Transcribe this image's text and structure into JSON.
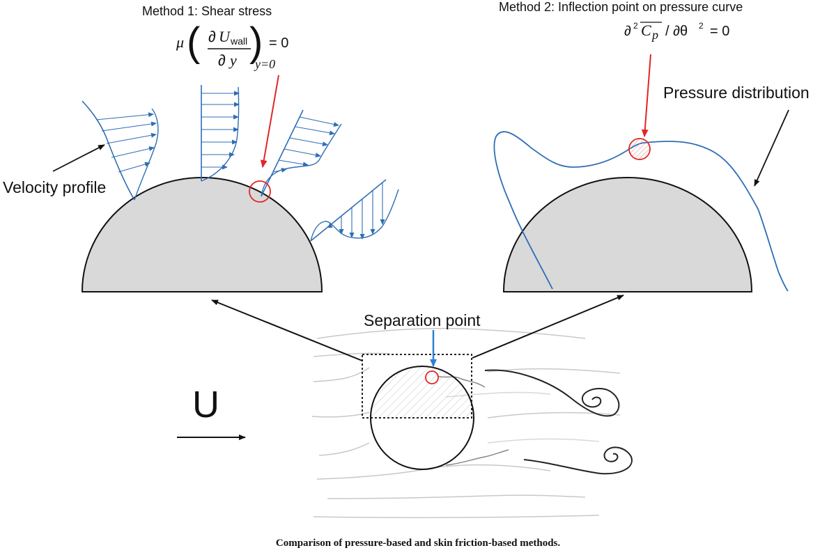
{
  "labels": {
    "method1_title": "Method 1: Shear stress",
    "method2_title": "Method 2: Inflection point on pressure curve",
    "velocity_profile": "Velocity profile",
    "pressure_distribution": "Pressure distribution",
    "separation_point": "Separation point",
    "freestream": "U",
    "caption": "Comparison of pressure-based and skin friction-based methods."
  },
  "formula1": {
    "mu": "μ",
    "numerator_d": "∂",
    "numerator_u": "U",
    "numerator_sub": "wall",
    "denominator_d": "∂",
    "denominator_y": "y",
    "subscript": "y=0",
    "rhs": "= 0"
  },
  "formula2": {
    "d2": "∂",
    "sup2": "2",
    "cp": "C",
    "cp_sub": "p",
    "slash": "/ ∂θ",
    "sup2b": "2",
    "rhs": "= 0"
  },
  "colors": {
    "velocity_lines": "#2f6db5",
    "pressure_line": "#2f6db5",
    "red_marker": "#e02626",
    "blue_arrow": "#2f7fd0",
    "body_fill": "#d9d9d9",
    "outline": "#111111",
    "streamline": "#c8c8c8"
  }
}
